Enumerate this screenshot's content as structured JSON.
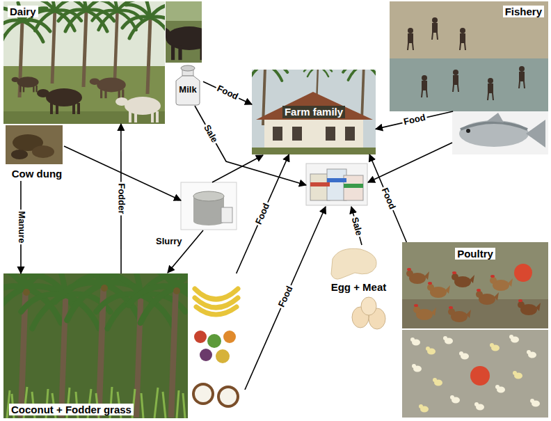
{
  "diagram": {
    "nodes": [
      {
        "text": [
          "Dairy"
        ]
      },
      {
        "text": [
          "Milk"
        ]
      },
      {
        "text": [
          "Cow dung"
        ]
      },
      {
        "text": [
          "Farm family"
        ]
      },
      {
        "text": [
          "Fishery"
        ]
      },
      {
        "text": [
          "Coconut + Fodder grass"
        ]
      },
      {
        "text": [
          "Egg + Meat"
        ]
      },
      {
        "text": [
          "Poultry"
        ]
      }
    ],
    "edges": [
      {
        "from": 1,
        "to": 3,
        "label": "Food",
        "arrow": "to"
      },
      {
        "from": 2,
        "to": 5,
        "label": "Manure",
        "arrow": "to"
      },
      {
        "from": 5,
        "to": 0,
        "label": "Fodder",
        "arrow": "to"
      },
      {
        "from": 5,
        "to": 3,
        "label": "Food",
        "arrow": "to"
      },
      {
        "from": 4,
        "to": 3,
        "label": "Food",
        "arrow": "to"
      },
      {
        "from": 7,
        "to": 3,
        "label": "Food",
        "arrow": "to"
      }
    ],
    "labels": [
      "Sale",
      "Slurry",
      "Food",
      "Sale"
    ]
  }
}
